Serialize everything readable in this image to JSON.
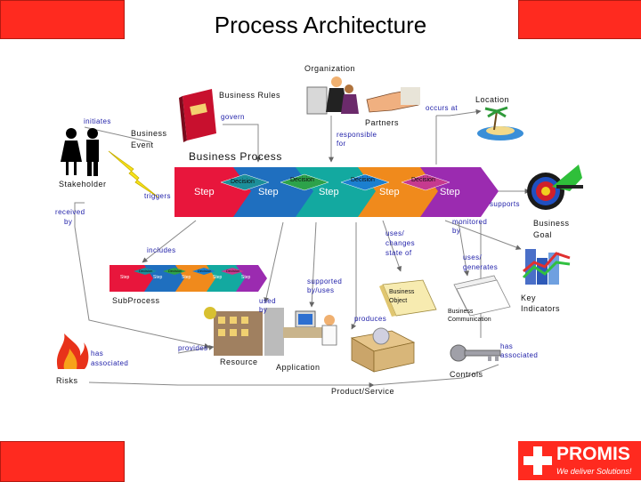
{
  "title": "Process Architecture",
  "labels": {
    "organization": "Organization",
    "business_rules": "Business Rules",
    "govern": "govern",
    "initiates": "initiates",
    "business_event_1": "Business",
    "business_event_2": "Event",
    "partners": "Partners",
    "occurs_at": "occurs at",
    "location": "Location",
    "responsible_1": "responsible",
    "responsible_2": "for",
    "business_process": "Business Process",
    "stakeholder": "Stakeholder",
    "triggers": "triggers",
    "supports": "supports",
    "received_1": "received",
    "received_2": "by",
    "business_goal_1": "Business",
    "business_goal_2": "Goal",
    "monitored_1": "monitored",
    "monitored_2": "by",
    "uses_changes_1": "uses/",
    "uses_changes_2": "changes",
    "uses_changes_3": "state of",
    "includes": "includes",
    "uses_generates_1": "uses/",
    "uses_generates_2": "generates",
    "supported_1": "supported",
    "supported_2": "by/uses",
    "business_object_1": "Business",
    "business_object_2": "Object",
    "key_indicators_1": "Key",
    "key_indicators_2": "Indicators",
    "subprocess": "SubProcess",
    "used_by_1": "used",
    "used_by_2": "by",
    "produces": "produces",
    "business_communication": "Business Communication",
    "has_assoc_left_1": "has",
    "has_assoc_left_2": "associated",
    "provides": "provides",
    "has_assoc_right_1": "has",
    "has_assoc_right_2": "associated",
    "resource": "Resource",
    "application": "Application",
    "controls": "Controls",
    "risks": "Risks",
    "product_service": "Product/Service"
  },
  "main_process": {
    "steps": [
      "Step",
      "Step",
      "Step",
      "Step",
      "Step"
    ],
    "decisions": [
      "Decision",
      "Decision",
      "Decision",
      "Decision"
    ]
  },
  "sub_process": {
    "steps": [
      "Step",
      "Step",
      "Step",
      "Step",
      "Step"
    ],
    "decisions": [
      "Decision",
      "Decision",
      "Decision",
      "Decision"
    ]
  },
  "logo": {
    "name": "PROMIS",
    "tagline": "We deliver Solutions!"
  },
  "colors": {
    "corner_red": "#ff2a1f",
    "step_red": "#e8163c",
    "step_blue": "#1f6fbf",
    "step_teal": "#13a9a0",
    "step_orange": "#f08a1c",
    "step_purple": "#9b2bb0",
    "label_blue": "#2222aa"
  }
}
